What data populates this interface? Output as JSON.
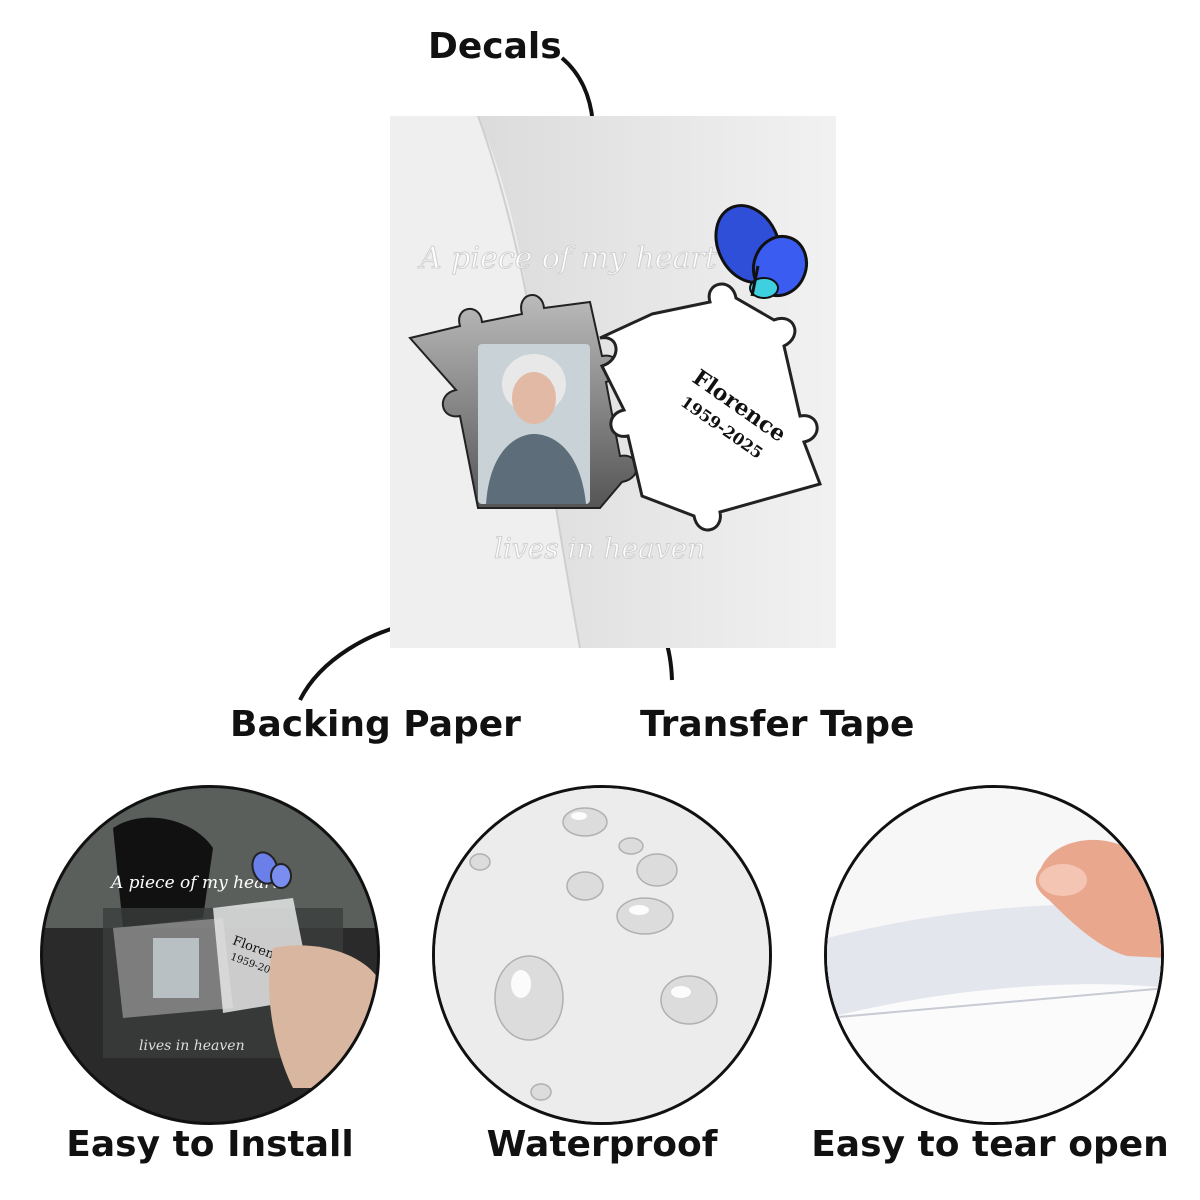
{
  "callouts": {
    "decals": "Decals",
    "backing_paper": "Backing Paper",
    "transfer_tape": "Transfer Tape"
  },
  "decal": {
    "top_phrase": "A piece of my heart",
    "bottom_phrase": "lives in heaven",
    "name": "Florence",
    "years": "1959-2025"
  },
  "mini_decal": {
    "top_phrase": "A piece of my heart",
    "bottom_phrase": "lives in heaven",
    "name": "Florence",
    "years": "1959-2025"
  },
  "features": [
    {
      "label": "Easy to Install"
    },
    {
      "label": "Waterproof"
    },
    {
      "label": "Easy to tear open"
    }
  ],
  "colors": {
    "butterfly_blue": "#2f4fd8",
    "butterfly_teal": "#3fd0e0",
    "text": "#111111"
  }
}
